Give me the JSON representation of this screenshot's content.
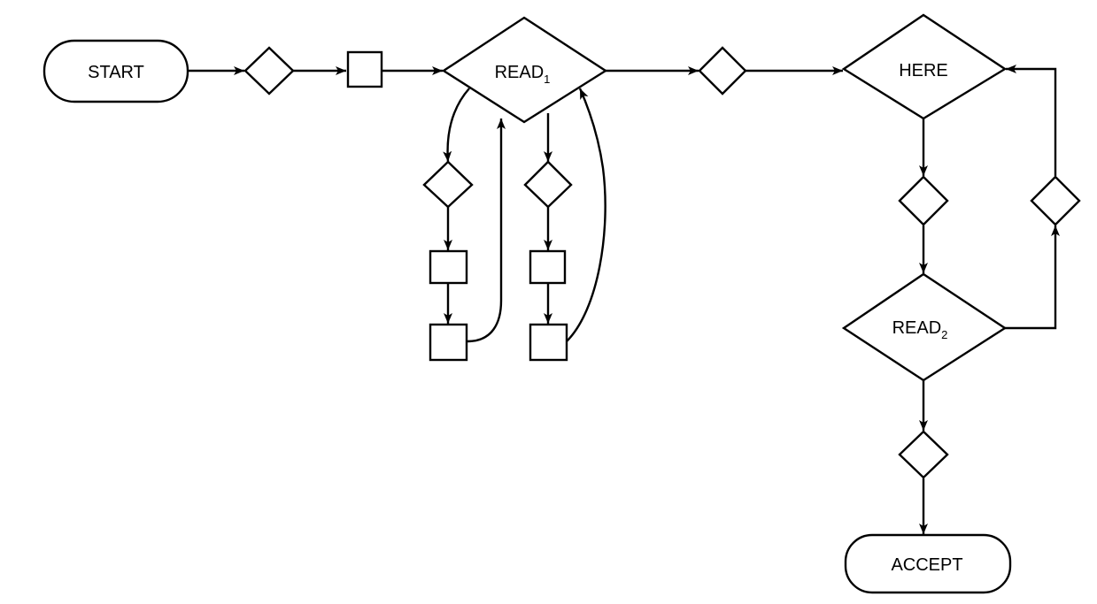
{
  "nodes": {
    "start": "START",
    "read1": {
      "name": "READ",
      "sub": "1"
    },
    "here": "HERE",
    "read2": {
      "name": "READ",
      "sub": "2"
    },
    "accept": "ACCEPT"
  }
}
